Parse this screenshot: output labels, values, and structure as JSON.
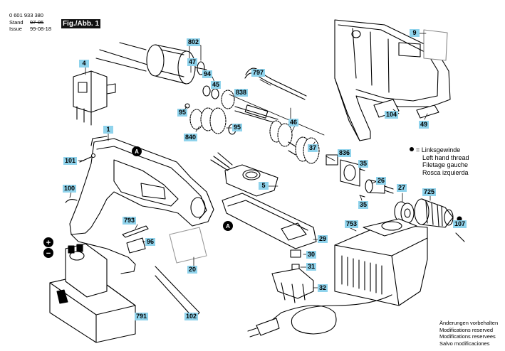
{
  "header": {
    "part_number": "0 601 933 380",
    "stand_label": "Stand",
    "stand_value": "97-05",
    "issue_label": "Issue",
    "issue_value": "99-08-18",
    "figure_label": "Fig./Abb. 1"
  },
  "legend": {
    "lines": [
      "= Linksgewinde",
      "Left hand thread",
      "Filetage gauche",
      "Rosca izquierda"
    ]
  },
  "footer": {
    "lines": [
      "Änderungen vorbehalten",
      "Modifications reserved",
      "Modifications reservees",
      "Salvo modificaciones"
    ]
  },
  "callouts": {
    "plus": "+",
    "minus": "−",
    "a1": "A",
    "a2": "A"
  },
  "parts": [
    {
      "id": "802"
    },
    {
      "id": "47"
    },
    {
      "id": "94"
    },
    {
      "id": "45"
    },
    {
      "id": "797"
    },
    {
      "id": "838"
    },
    {
      "id": "4"
    },
    {
      "id": "95"
    },
    {
      "id": "840"
    },
    {
      "id": "95"
    },
    {
      "id": "46"
    },
    {
      "id": "37"
    },
    {
      "id": "836"
    },
    {
      "id": "9"
    },
    {
      "id": "104"
    },
    {
      "id": "49"
    },
    {
      "id": "1"
    },
    {
      "id": "101"
    },
    {
      "id": "35"
    },
    {
      "id": "26"
    },
    {
      "id": "35"
    },
    {
      "id": "5"
    },
    {
      "id": "27"
    },
    {
      "id": "725"
    },
    {
      "id": "100"
    },
    {
      "id": "793"
    },
    {
      "id": "96"
    },
    {
      "id": "29"
    },
    {
      "id": "753"
    },
    {
      "id": "107"
    },
    {
      "id": "30"
    },
    {
      "id": "31"
    },
    {
      "id": "20"
    },
    {
      "id": "32"
    },
    {
      "id": "791"
    },
    {
      "id": "102"
    }
  ]
}
